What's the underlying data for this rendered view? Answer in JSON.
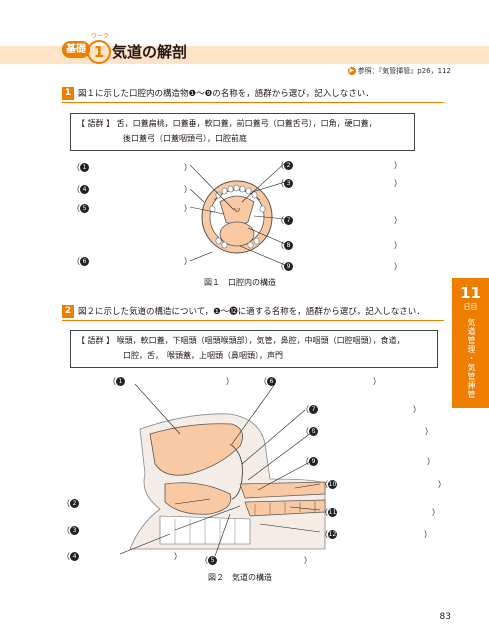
{
  "header": {
    "badge": "基礎",
    "work_number": "1",
    "ruby": "ワーク",
    "title": "気道の解剖",
    "reference": "参照：『気管挿管』p26，112"
  },
  "q1": {
    "number": "1",
    "text": "図１に示した口腔内の構造物❶～❾の名称を，語群から選び，記入しなさい．",
    "word_group": {
      "label": "【 語群 】",
      "line1": "舌，口蓋扁桃，口蓋垂，軟口蓋，前口蓋弓（口蓋舌弓），口角，硬口蓋，",
      "line2": "後口蓋弓（口蓋咽頭弓），口腔前庭"
    },
    "caption": "図１　口腔内の構造",
    "blanks": [
      "1",
      "2",
      "3",
      "4",
      "5",
      "6",
      "7",
      "8",
      "9"
    ]
  },
  "q2": {
    "number": "2",
    "text": "図２に示した気道の構造について，❶～⓬に適する名称を，語群から選び，記入しなさい．",
    "word_group": {
      "label": "【 語群 】",
      "line1": "喉頭，軟口蓋，下咽頭（咽頭喉頭部），気管，鼻腔，中咽頭（口腔咽頭），食道，",
      "line2": "口腔，舌，　喉頭蓋，上咽頭（鼻咽頭），声門"
    },
    "caption": "図２　気道の構造",
    "blanks": [
      "1",
      "2",
      "3",
      "4",
      "5",
      "6",
      "7",
      "8",
      "9",
      "10",
      "11",
      "12"
    ]
  },
  "side_tab": {
    "day_number": "11",
    "day_label": "日目",
    "text": "気道管理・気管挿管"
  },
  "page_number": "83",
  "colors": {
    "accent": "#ef7d00",
    "light": "#fde3c8",
    "figure_fill": "#f9c9a3"
  }
}
